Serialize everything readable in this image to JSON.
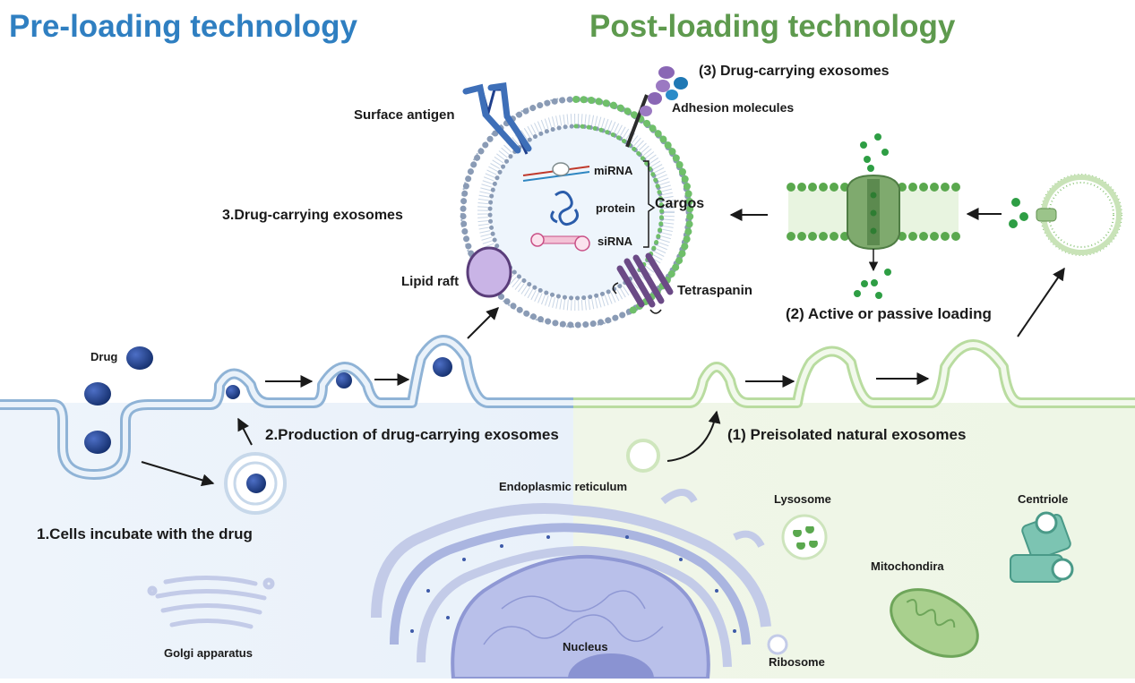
{
  "titles": {
    "pre": "Pre-loading technology",
    "post": "Post-loading technology"
  },
  "labels": {
    "drug": "Drug",
    "cells_incubate": "1.Cells incubate with the drug",
    "production": "2.Production of drug-carrying exosomes",
    "drug_exosomes_pre": "3.Drug-carrying exosomes",
    "surface_antigen": "Surface antigen",
    "adhesion_molecules": "Adhesion molecules",
    "drug_exosomes_post": "(3) Drug-carrying exosomes",
    "mirna": "miRNA",
    "protein": "protein",
    "sirna": "siRNA",
    "cargos": "Cargos",
    "lipid_raft": "Lipid raft",
    "tetraspanin": "Tetraspanin",
    "active_passive": "(2) Active or passive loading",
    "preisolated": "(1) Preisolated natural exosomes",
    "er": "Endoplasmic reticulum",
    "lysosome": "Lysosome",
    "centriole": "Centriole",
    "mitochondria": "Mitochondira",
    "golgi": "Golgi apparatus",
    "nucleus": "Nucleus",
    "ribosome": "Ribosome"
  },
  "colors": {
    "pre_title": "#2f7fc1",
    "post_title": "#5e9a4e",
    "pre_bg": "#eef4fb",
    "post_bg": "#f1f7ea",
    "drug_blue": "#1f3f8c",
    "membrane_blue": "#8fb3d6",
    "membrane_green": "#a9d08e",
    "bead_green": "#4caf50",
    "bead_grey": "#8a9bb5",
    "raft_purple": "#b9a0d6",
    "tetraspanin_purple": "#6b4a86",
    "nucleus_purple": "#9aa3d9",
    "mito_green": "#9cc97d",
    "centriole_teal": "#69b7a6"
  }
}
